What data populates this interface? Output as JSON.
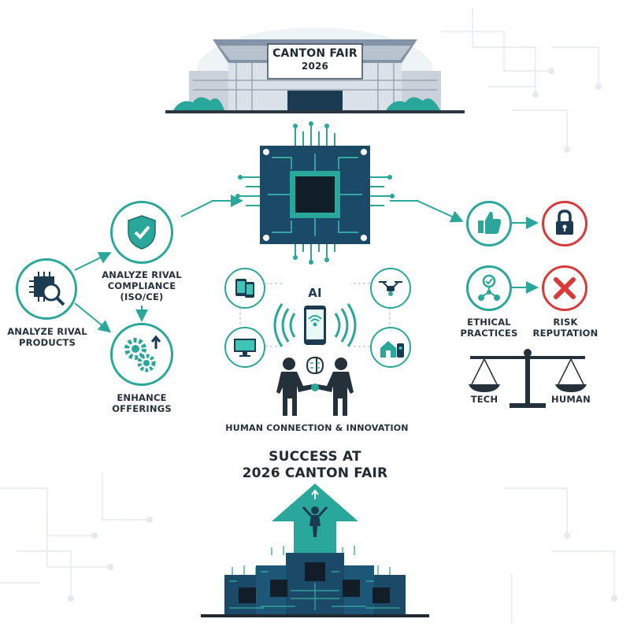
{
  "header": {
    "line1": "CANTON FAIR",
    "line2": "2026"
  },
  "left": {
    "analyze_products": [
      "ANALYZE RIVAL",
      "PRODUCTS"
    ],
    "analyze_compliance": [
      "ANALYZE RIVAL",
      "COMPLIANCE",
      "(ISO/CE)"
    ],
    "enhance": [
      "ENHANCE",
      "OFFERINGS"
    ]
  },
  "center": {
    "ai_label": "AI",
    "caption": "HUMAN CONNECTION & INNOVATION"
  },
  "right": {
    "ethical": [
      "ETHICAL",
      "PRACTICES"
    ],
    "risk": [
      "RISK",
      "REPUTATION"
    ],
    "tech": "TECH",
    "human": "HUMAN"
  },
  "success": {
    "line1": "SUCCESS AT",
    "line2": "2026 CANTON FAIR"
  },
  "colors": {
    "teal": "#2aa79b",
    "navy": "#1b3b52",
    "red": "#d83a3a",
    "ink": "#24313b"
  }
}
